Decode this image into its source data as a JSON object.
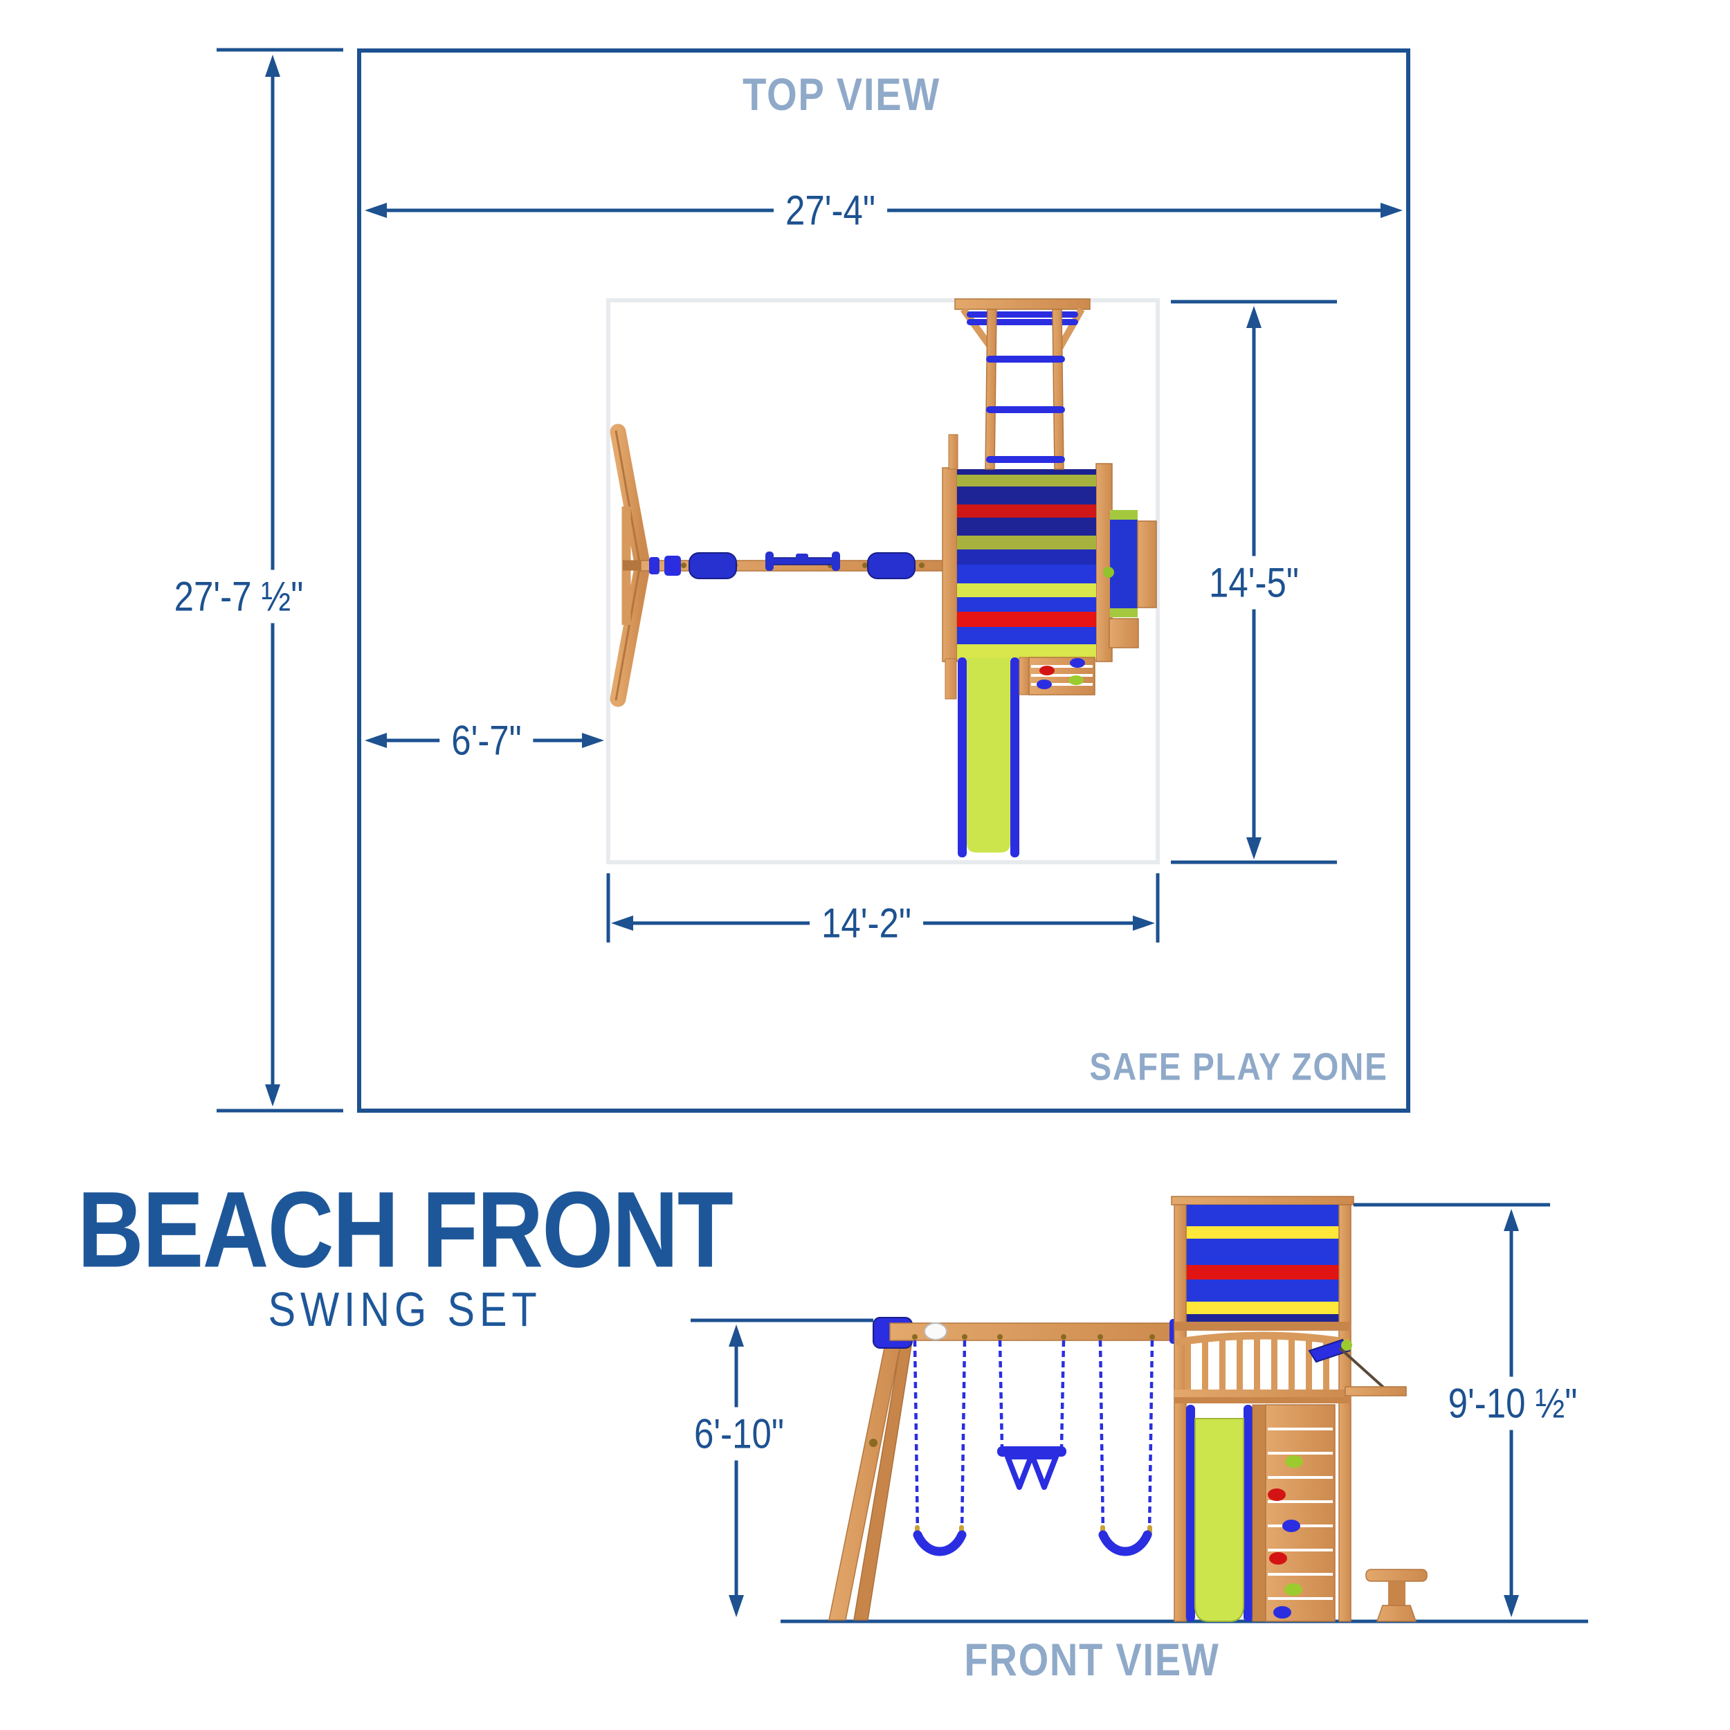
{
  "top_view": {
    "title": "TOP VIEW",
    "safe_play_zone_label": "SAFE PLAY ZONE",
    "dimensions": {
      "overall_width": "27'-4\"",
      "overall_depth": "27'-7 ½\"",
      "set_depth": "14'-5\"",
      "side_clearance": "6'-7\"",
      "set_width": "14'-2\""
    }
  },
  "product": {
    "name": "BEACH FRONT",
    "type": "SWING SET"
  },
  "front_view": {
    "title": "FRONT VIEW",
    "dimensions": {
      "beam_height": "6'-10\"",
      "overall_height": "9'-10 ½\""
    }
  },
  "colors": {
    "dimension_blue": "#1d5190",
    "muted_blue": "#8fa9c9",
    "title_blue": "#1e5799",
    "wood": "#d89a5c",
    "wood_dark": "#c8854a",
    "navy": "#1e2496",
    "bright_blue": "#2438de",
    "royal": "#2a2ee0",
    "red": "#d41414",
    "olive": "#a7b23e",
    "yellow_green": "#d9e64c",
    "canopy_yellow": "#ffe83a",
    "slide_green": "#cde54d",
    "inner_zone_border": "#e7ebee"
  }
}
